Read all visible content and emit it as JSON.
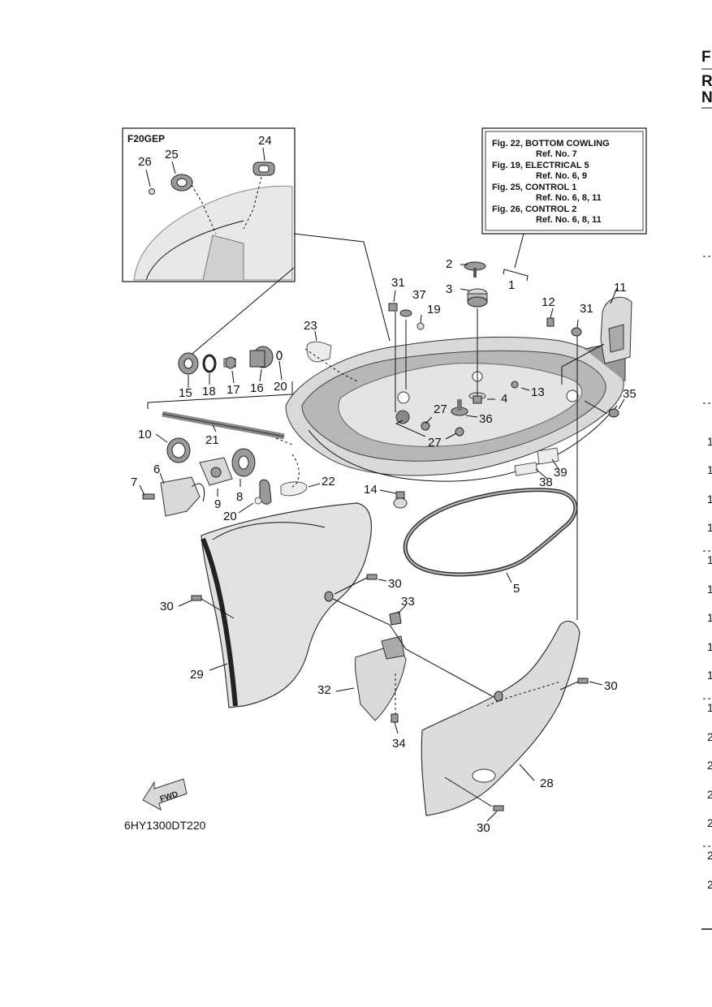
{
  "inset": {
    "title": "F20GEP"
  },
  "reference_box": {
    "lines": [
      {
        "fig": "Fig. 22, BOTTOM COWLING",
        "ref": "Ref. No. 7"
      },
      {
        "fig": "Fig. 19, ELECTRICAL 5",
        "ref": "Ref. No. 6, 9"
      },
      {
        "fig": "Fig. 25, CONTROL 1",
        "ref": "Ref. No. 6, 8, 11"
      },
      {
        "fig": "Fig. 26, CONTROL 2",
        "ref": "Ref. No. 6, 8, 11"
      }
    ]
  },
  "callouts": {
    "c1": "1",
    "c2": "2",
    "c3": "3",
    "c4": "4",
    "c5": "5",
    "c6": "6",
    "c7": "7",
    "c8": "8",
    "c9": "9",
    "c10": "10",
    "c11": "11",
    "c12": "12",
    "c13": "13",
    "c14": "14",
    "c15": "15",
    "c16": "16",
    "c17": "17",
    "c18": "18",
    "c19": "19",
    "c20a": "20",
    "c20b": "20",
    "c21": "21",
    "c22": "22",
    "c23": "23",
    "c24": "24",
    "c25": "25",
    "c26": "26",
    "c27a": "27",
    "c27b": "27",
    "c28": "28",
    "c29": "29",
    "c30a": "30",
    "c30b": "30",
    "c30c": "30",
    "c30d": "30",
    "c31a": "31",
    "c31b": "31",
    "c32": "32",
    "c33": "33",
    "c34": "34",
    "c35": "35",
    "c36": "36",
    "c37": "37",
    "c38": "38",
    "c39": "39"
  },
  "fwd_arrow": {
    "text": "FWD"
  },
  "drawing_code": "6HY1300DT220",
  "right_edge": {
    "header": [
      "F",
      "R",
      "N"
    ],
    "rows": [
      "1",
      "1",
      "1",
      "1",
      "1",
      "1",
      "1",
      "1",
      "1",
      "1",
      "2",
      "2",
      "2",
      "2",
      "2",
      "2"
    ]
  }
}
